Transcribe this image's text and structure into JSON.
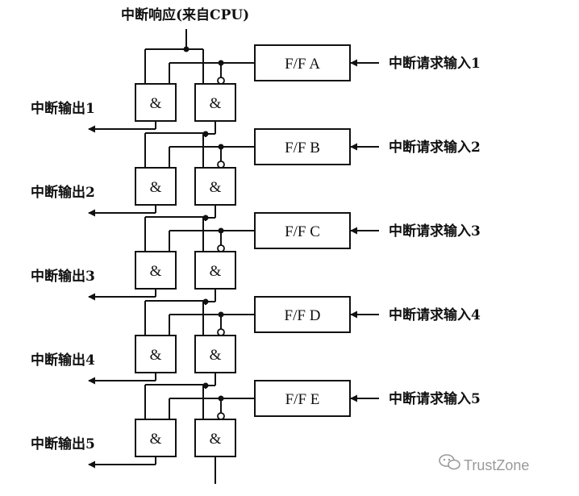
{
  "title": "中断响应(来自CPU)",
  "and_symbol": "&",
  "stages": [
    {
      "ff": "F/F A",
      "input": "中断请求输入1",
      "output": "中断输出1"
    },
    {
      "ff": "F/F B",
      "input": "中断请求输入2",
      "output": "中断输出2"
    },
    {
      "ff": "F/F C",
      "input": "中断请求输入3",
      "output": "中断输出3"
    },
    {
      "ff": "F/F D",
      "input": "中断请求输入4",
      "output": "中断输出4"
    },
    {
      "ff": "F/F E",
      "input": "中断请求输入5",
      "output": "中断输出5"
    }
  ],
  "watermark": "TrustZone",
  "watermark_icon": "wechat-icon"
}
